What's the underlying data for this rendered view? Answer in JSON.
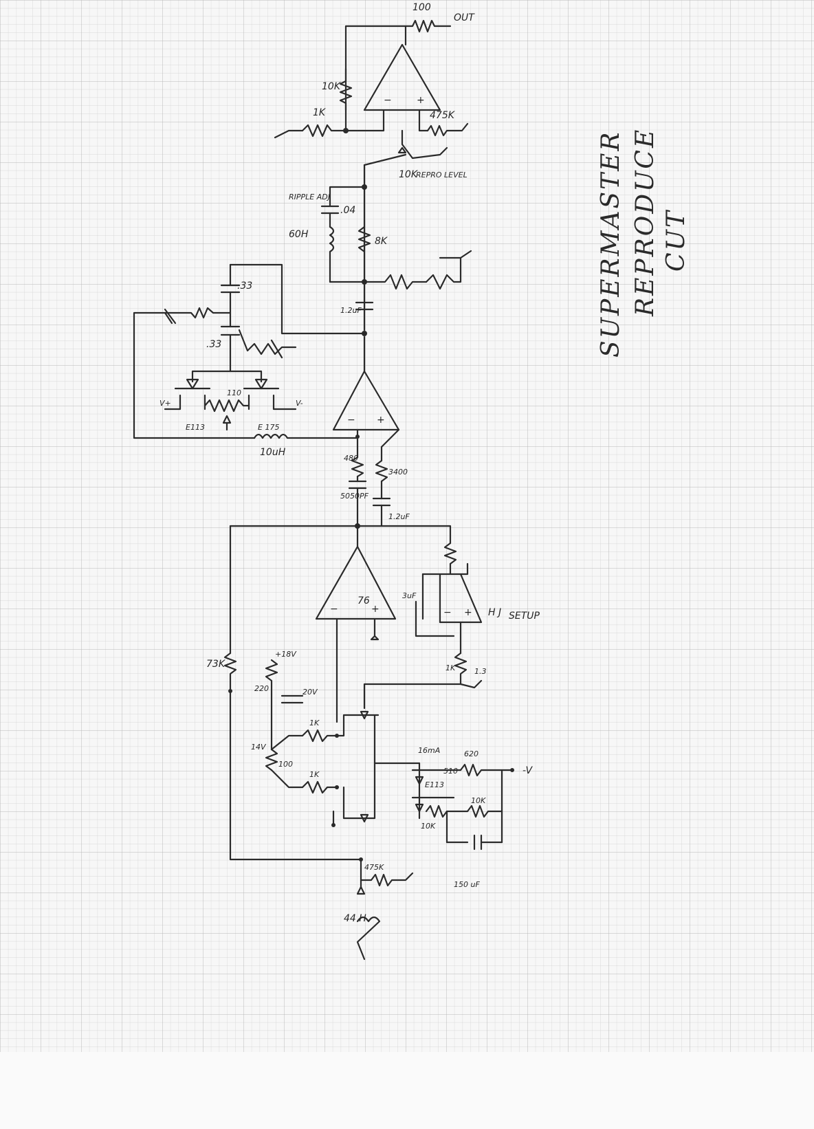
{
  "title": {
    "line1": "SUPERMASTER",
    "line2": "REPRODUCE",
    "line3": "CUT"
  },
  "labels": {
    "input": "44 H",
    "r_in": "475K",
    "r_fb": "73K",
    "r220": "220",
    "v18": "+18V",
    "c20v": "20V",
    "v14": "14V",
    "pot100": "100",
    "r1k_a": "1K",
    "r1k_b": "1K",
    "ma16": "16mA",
    "e113_1": "E113",
    "r510": "510",
    "r620": "620",
    "vminus": "-V",
    "r10k_a": "10K",
    "r10k_b": "10K",
    "c150": "150 uF",
    "opamp1": "76",
    "c3": "3uF",
    "setup": "SETUP",
    "hj": "H J",
    "r1k_c": "1K",
    "r13": "1.3",
    "c5050": "5050PF",
    "r480": "480",
    "c12": "1.2uF",
    "r3400": "3400",
    "ind10": "10uH",
    "e113_2": "E113",
    "e175": "E 175",
    "pot110": "110",
    "vplus": "V+",
    "vminus2": "V-",
    "c33a": ".33",
    "c33b": ".33",
    "c12b": "1.2uF",
    "ind60": "60H",
    "ripple": "RIPPLE ADJ",
    "c04": ".04",
    "r8k": "8K",
    "r10k_pot": "10K",
    "repro_level": "REPRO LEVEL",
    "r1k_out": "1K",
    "r10k_out": "10K",
    "r475k_out": "475K",
    "r100": "100",
    "out": "OUT"
  },
  "colors": {
    "paper": "#f7f7f7",
    "grid_minor": "#c9c9c9",
    "grid_major": "#b3b3b3",
    "ink": "#2a2a2a"
  }
}
